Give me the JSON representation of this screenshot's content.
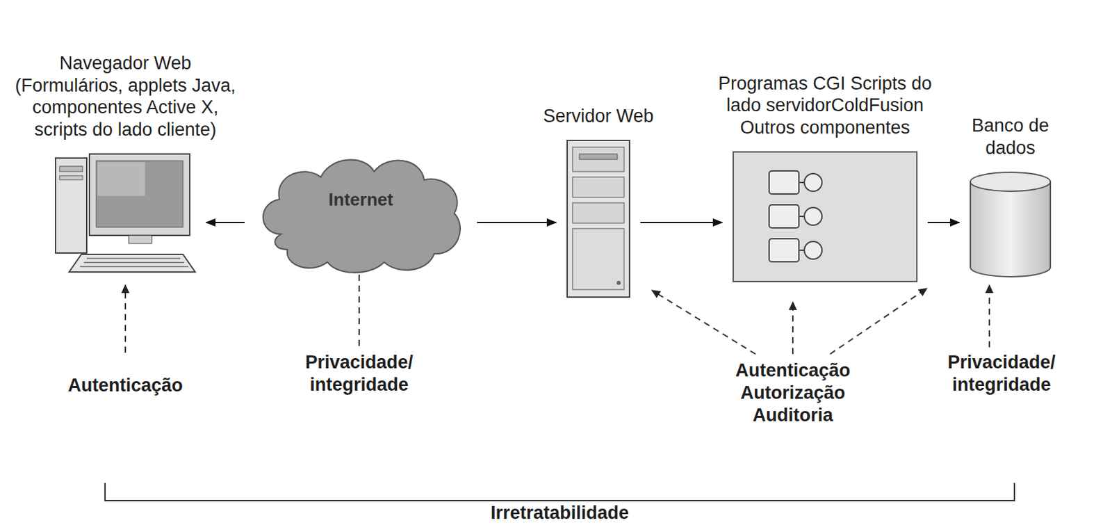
{
  "diagram": {
    "nodes": [
      {
        "text": [
          "Navegador Web (Formulários, applets Java, componentes Active X, scripts do lado cliente)"
        ]
      },
      {
        "text": [
          "Internet"
        ]
      },
      {
        "text": [
          "Servidor Web"
        ]
      },
      {
        "text": [
          "Programas CGI Scripts do lado servidorColdFusion Outros componentes"
        ]
      },
      {
        "text": [
          "Banco de dados"
        ]
      }
    ],
    "edges": [
      {
        "from": 1,
        "to": 0,
        "arrow": "to"
      },
      {
        "from": 1,
        "to": 2,
        "arrow": "to"
      },
      {
        "from": 2,
        "to": 3,
        "arrow": "to"
      },
      {
        "from": 3,
        "to": 4,
        "arrow": "to"
      }
    ],
    "labels": [
      "Autenticação",
      "Privacidade/ integridade",
      "Autenticação Autorização Auditoria",
      "Privacidade/ integridade",
      "Irretratabilidade"
    ]
  }
}
